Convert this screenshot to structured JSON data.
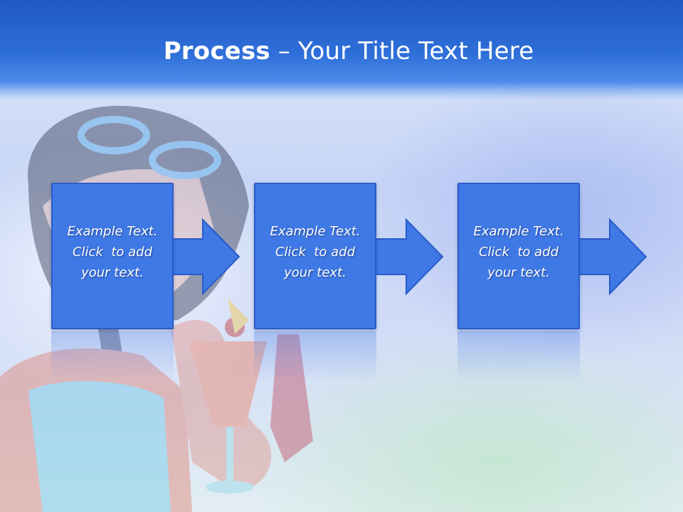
{
  "slide": {
    "title_bold": "Process",
    "title_rest": " – Your Title Text Here"
  },
  "steps": [
    {
      "lines": [
        "Example Text.",
        "Click  to add",
        "your text."
      ]
    },
    {
      "lines": [
        "Example Text.",
        "Click  to add",
        "your text."
      ]
    },
    {
      "lines": [
        "Example Text.",
        "Click  to add",
        "your text."
      ]
    }
  ],
  "colors": {
    "header": "#2f6fd9",
    "box_fill": "#3f79e6",
    "box_border": "#2a5cc7",
    "text": "#ffffff"
  }
}
